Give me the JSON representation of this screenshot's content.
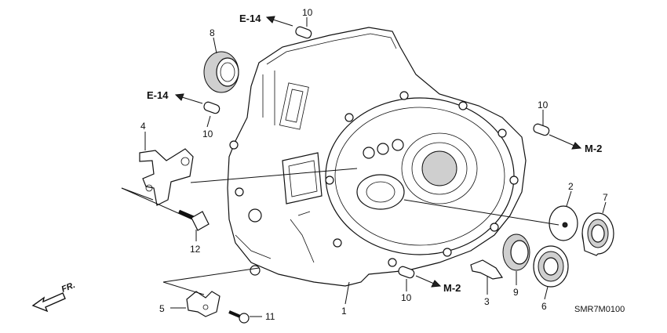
{
  "diagram": {
    "callouts": {
      "c1": "1",
      "c2": "2",
      "c3": "3",
      "c4": "4",
      "c5": "5",
      "c6": "6",
      "c7": "7",
      "c8": "8",
      "c9": "9",
      "c10a": "10",
      "c10b": "10",
      "c10c": "10",
      "c10d": "10",
      "c11": "11",
      "c12": "12"
    },
    "refs": {
      "e14_top": "E-14",
      "e14_mid": "E-14",
      "m2_right": "M-2",
      "m2_bottom": "M-2"
    },
    "front_label": "FR.",
    "diagram_code": "SMR7M0100"
  },
  "colors": {
    "ink": "#111111",
    "background": "#ffffff",
    "shade": "#cfcfcf"
  }
}
